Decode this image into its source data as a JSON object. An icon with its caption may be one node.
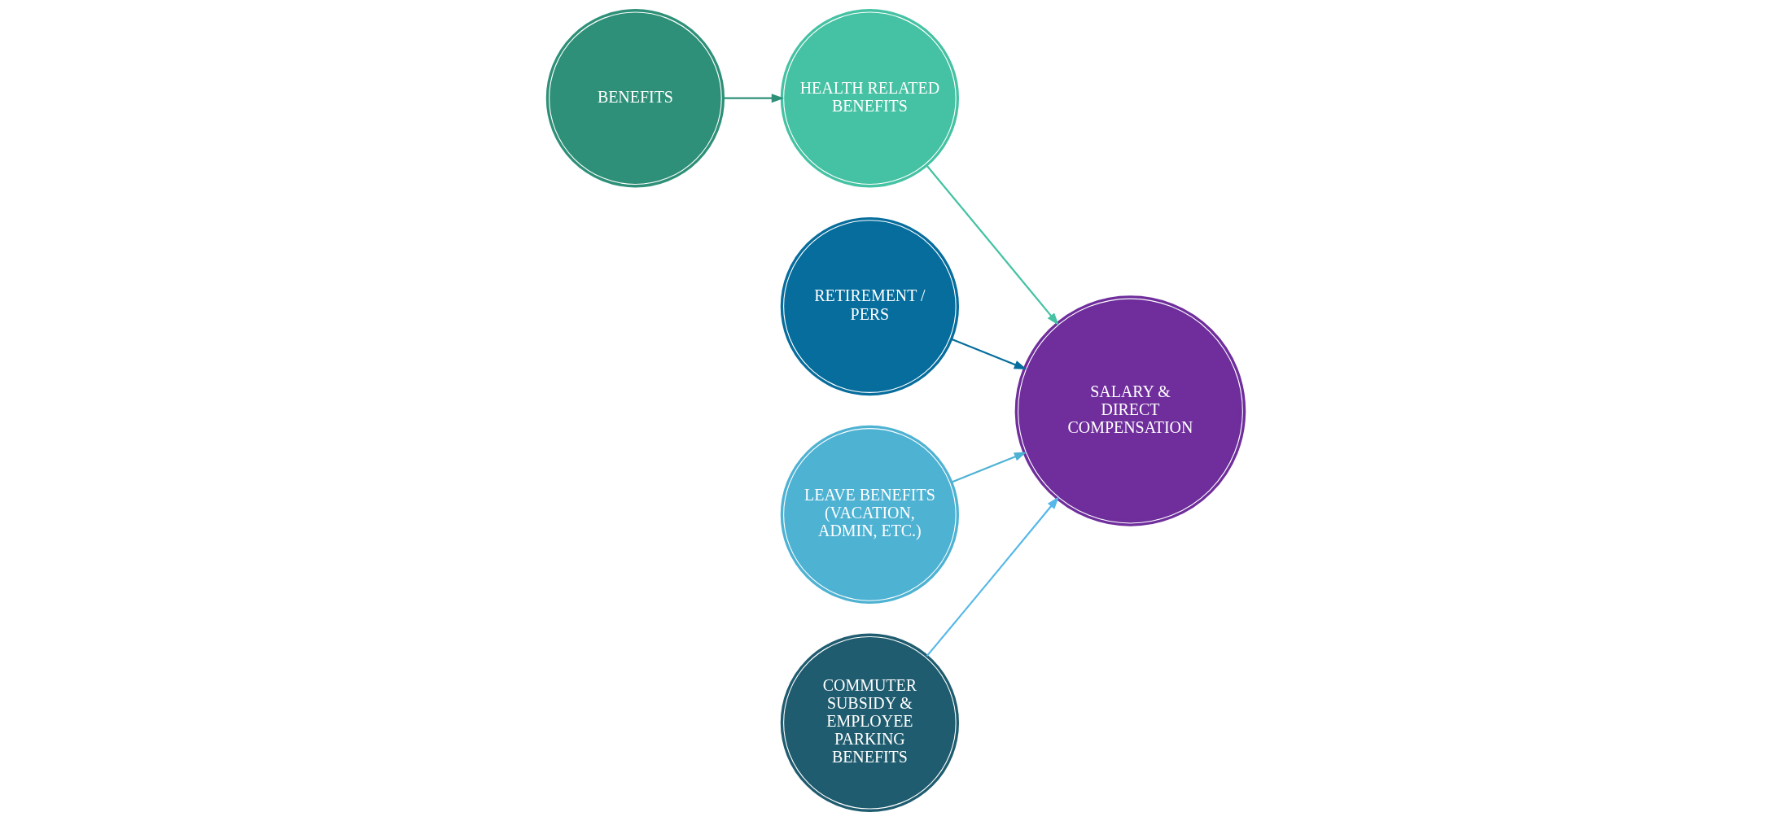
{
  "diagram": {
    "nodes": [
      {
        "text": [
          "BENEFITS"
        ]
      },
      {
        "text": [
          "RETIREMENT / PERS"
        ]
      },
      {
        "text": [
          "LEAVE BENEFITS (VACATION, ADMIN, ETC.)"
        ]
      },
      {
        "text": [
          "HEALTH RELATED BENEFITS"
        ]
      },
      {
        "text": [
          "SALARY & DIRECT COMPENSATION"
        ]
      },
      {
        "text": [
          "COMMUTER SUBSIDY & EMPLOYEE PARKING BENEFITS"
        ]
      }
    ],
    "edges": [
      {
        "from": 0,
        "to": 3,
        "arrow": "to",
        "color": "#2e9078"
      },
      {
        "from": 1,
        "to": 4,
        "arrow": "to",
        "color": "#066d9d"
      },
      {
        "from": 2,
        "to": 4,
        "arrow": "to",
        "color": "#4eb2d3"
      },
      {
        "from": 3,
        "to": 4,
        "arrow": "to",
        "color": "#45c2a3"
      },
      {
        "from": 5,
        "to": 4,
        "arrow": "to",
        "color": "#56b8e8"
      }
    ]
  }
}
